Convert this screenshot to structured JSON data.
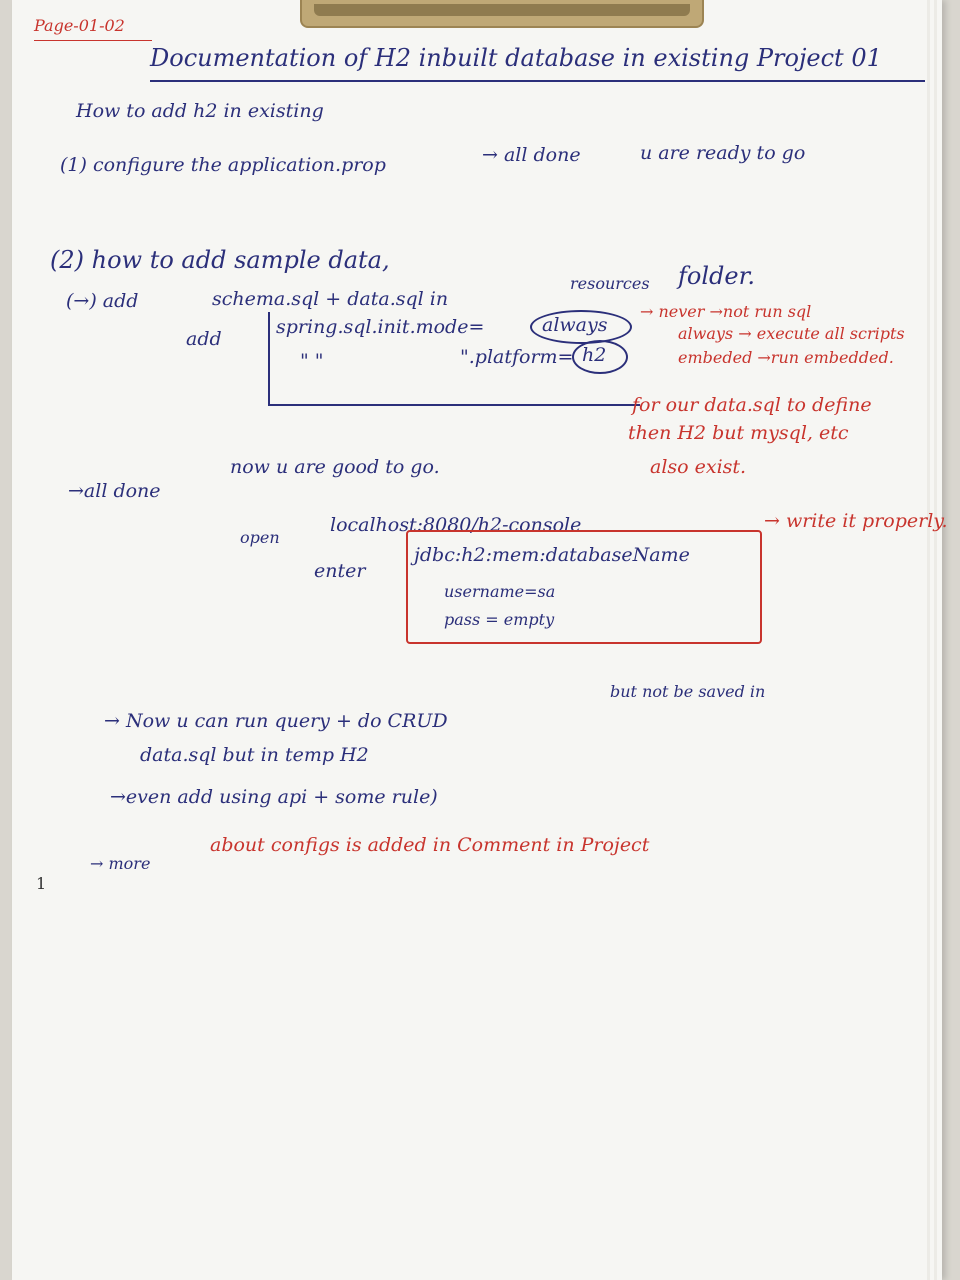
{
  "clipboard": {
    "edge_color": "#bfa876"
  },
  "colors": {
    "ink_blue": "#2b2f7a",
    "ink_red": "#c8342d",
    "paper": "#f6f6f3"
  },
  "notes": {
    "page_label": "Page-01-02",
    "title": "Documentation of H2 inbuilt database in existing Project 01",
    "heading_add": "How to add h2 in existing",
    "step1": "(1) configure the application.prop",
    "step1_arrow": "→ all done",
    "step1_ready": "u are ready to go",
    "heading_sample": "(2) how to add sample data,",
    "add_prefix": "(→) add",
    "add_files": "schema.sql + data.sql in",
    "resources_word": "resources",
    "folder_word": "folder.",
    "add_label": "add",
    "prop_line1": "spring.sql.init.mode=",
    "prop_always": "always",
    "ditto_marks": "\"   \"",
    "prop_line2": "\".platform=",
    "prop_h2": "h2",
    "side_never": "→ never →not run sql",
    "side_always": "always → execute all scripts",
    "side_embedded": "embeded →run embedded.",
    "side_for_our": "for our data.sql to define",
    "side_then_h2": "then H2 but mysql, etc",
    "side_also_exist": "also exist.",
    "all_done": "→all done",
    "now_good": "now u are good to go.",
    "open_label": "open",
    "open_url": "localhost:8080/h2-console",
    "enter_label": "enter",
    "jdbc_url": "jdbc:h2:mem:databaseName",
    "username": "username=sa",
    "password": "pass = empty",
    "write_note": "→ write it properly.",
    "now_query": "→ Now u can run query + do CRUD",
    "not_saved": "but not be saved in",
    "data_sql_line": "data.sql but in temp H2",
    "even_add": "→even add using api + some rule)",
    "more_label": "→ more",
    "about_configs": "about configs is added in Comment in Project",
    "margin_mark": "1"
  }
}
